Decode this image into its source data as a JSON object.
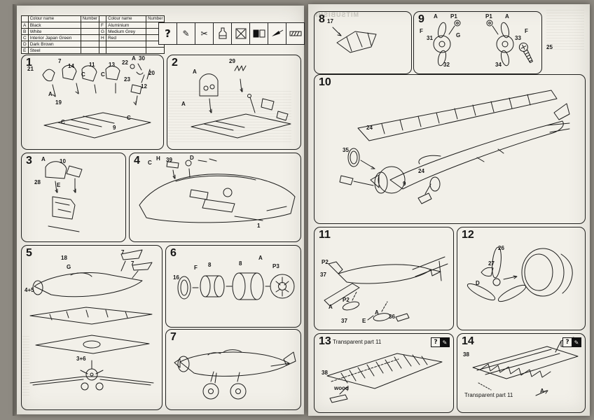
{
  "bleed": {
    "text": "MITSUBISHI"
  },
  "color_table": {
    "col_headers": [
      "Colour name",
      "Number",
      "Colour name",
      "Number"
    ],
    "rows": [
      [
        "A",
        "Black",
        "",
        "F",
        "Aluminium",
        ""
      ],
      [
        "B",
        "White",
        "",
        "G",
        "Medium Grey",
        ""
      ],
      [
        "C",
        "Interior Japan Green",
        "",
        "H",
        "Red",
        ""
      ],
      [
        "D",
        "Dark Brown",
        "",
        "",
        "",
        ""
      ],
      [
        "E",
        "Steel",
        "",
        "",
        "",
        ""
      ]
    ]
  },
  "legend": {
    "question_mark": "?",
    "pencil": "✎",
    "scissors": "✂"
  },
  "floating": {
    "screw_label": "25"
  },
  "steps": {
    "s1": {
      "num": "1",
      "labels": [
        "21",
        "7",
        "14",
        "C",
        "11",
        "C",
        "13",
        "22",
        "A",
        "30",
        "20",
        "23",
        "12",
        "19",
        "A",
        "C",
        "9",
        "C"
      ]
    },
    "s2": {
      "num": "2",
      "labels": [
        "A",
        "29",
        "A"
      ]
    },
    "s3": {
      "num": "3",
      "labels": [
        "A",
        "10",
        "28",
        "E"
      ]
    },
    "s4": {
      "num": "4",
      "labels": [
        "C",
        "H",
        "39",
        "D",
        "1"
      ]
    },
    "s5": {
      "num": "5",
      "labels": [
        "18",
        "G",
        "7",
        "7",
        "4+5",
        "3+6"
      ]
    },
    "s6": {
      "num": "6",
      "labels": [
        "16",
        "F",
        "8",
        "8",
        "A",
        "P3"
      ]
    },
    "s7": {
      "num": "7",
      "labels": []
    },
    "s8": {
      "num": "8",
      "labels": [
        "17"
      ]
    },
    "s9": {
      "num": "9",
      "labels": [
        "A",
        "P1",
        "F",
        "31",
        "G",
        "32",
        "P1",
        "A",
        "F",
        "33",
        "34"
      ]
    },
    "s10": {
      "num": "10",
      "labels": [
        "24",
        "35",
        "9",
        "24"
      ]
    },
    "s11": {
      "num": "11",
      "labels": [
        "P2",
        "37",
        "A",
        "P2",
        "37",
        "E",
        "A",
        "36"
      ]
    },
    "s12": {
      "num": "12",
      "labels": [
        "26",
        "27",
        "D"
      ]
    },
    "s13": {
      "num": "13",
      "title": "Transparent part 11",
      "labels": [
        "38",
        "wood"
      ],
      "badge_q": "?",
      "badge_pencil": "✎"
    },
    "s14": {
      "num": "14",
      "title": "Transparent part 11",
      "labels": [
        "38",
        "A"
      ],
      "badge_q": "?",
      "badge_pencil": "✎"
    }
  }
}
